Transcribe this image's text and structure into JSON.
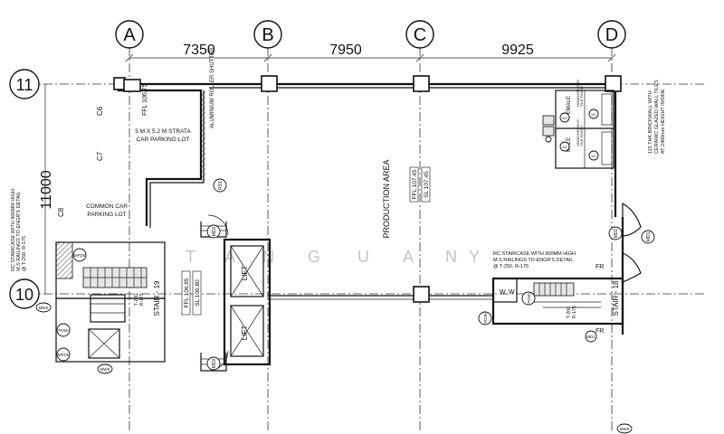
{
  "grid": {
    "columns": [
      "A",
      "B",
      "C",
      "D"
    ],
    "rows": [
      "11",
      "10"
    ],
    "spans": [
      "7350",
      "7950",
      "9925"
    ],
    "row_span": "11000"
  },
  "areas": {
    "production": "PRODUCTION AREA",
    "strata_parking": [
      "5 M X 5.2 M STRATA",
      "CAR PARKING LOT"
    ],
    "common_parking": [
      "COMMON CAR",
      "PARKING LOT"
    ],
    "roller_shutter": "ALUMINIUM ROLLER SHUTTER",
    "lift": "LIFT",
    "stair_19": "STAIR - 19",
    "stair_18": "STAIR - 18",
    "male": "MALE",
    "female": "FEMALE"
  },
  "levels": {
    "parking_ffl": "FFL 106.75",
    "production_ffl": "FFL 107.45",
    "production_sl": "SL 107.45",
    "lobby_ffl": "FFL 106.85",
    "lobby_sl": "SL 106.80"
  },
  "columns_tags": [
    "C6",
    "C7",
    "C8"
  ],
  "notes": {
    "staircase_left": [
      "RC STAIRCASE WITH 900MM HIGH",
      "M.S RAILINGS TO ENGR'S DETAIL",
      "@ T-250, R-175"
    ],
    "staircase_right": [
      "RC STAIRCASE WITH 900MM HIGH",
      "M.S RAILINGS TO ENGR'S DETAIL",
      "@ T-250, R-175"
    ],
    "brickwall": [
      "115 THK BRICKWALL WITH",
      "CERAMIC GLAZED WALL TILES",
      "AT 2400mm HEIGHT INSIDE"
    ],
    "stair_tread": [
      "T-200",
      "R-175"
    ],
    "toilet_left": [
      "HOMOGENOUS",
      "TILE FINISH"
    ],
    "toilet_right": [
      "HOMOGENOUS",
      "TILE FINISH"
    ]
  },
  "door_tags": [
    "RS1",
    "MD2",
    "MD2",
    "MD2",
    "MD1",
    "MD1",
    "MFD5",
    "MFD5",
    "FD50",
    "FD50",
    "FD30"
  ],
  "window_tags": [
    "W",
    "W"
  ],
  "small_tags": [
    "MWS",
    "MWS",
    "MWS"
  ],
  "toilet_tags": [
    "D2",
    "D1",
    "D2",
    "D1"
  ],
  "fr_labels": [
    "FR",
    "FR"
  ],
  "watermark": [
    "T",
    "A",
    "N",
    "G",
    "U",
    "A",
    "N",
    "Y"
  ],
  "colors": {
    "ink": "#111111",
    "paper": "#ffffff"
  }
}
